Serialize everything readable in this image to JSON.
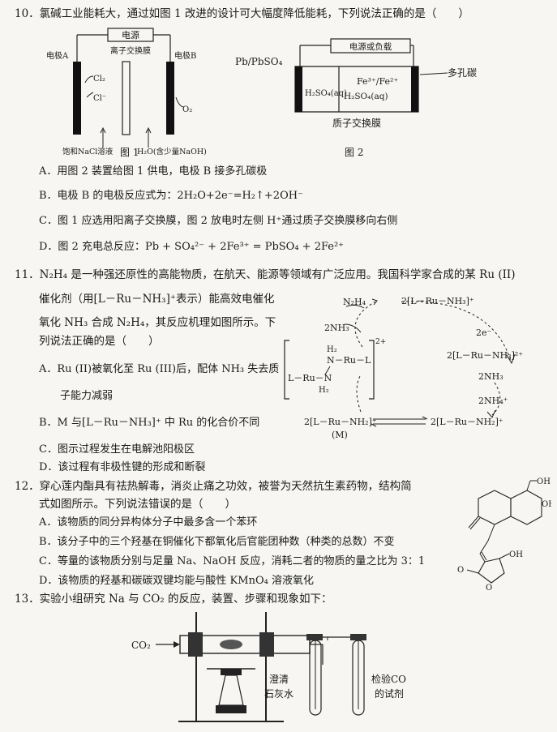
{
  "q10": {
    "stem": "10．氯碱工业能耗大，通过如图 1 改进的设计可大幅度降低能耗，下列说法正确的是（　　）",
    "fig1": {
      "power": "电源",
      "membrane": "离子交换膜",
      "electrode_a": "电极A",
      "electrode_b": "电极B",
      "cl2": "Cl₂",
      "cl_minus": "Cl⁻",
      "o2": "O₂",
      "brine": "饱和NaCl溶液",
      "water": "H₂O(含少量NaOH)",
      "caption": "图 1"
    },
    "fig2": {
      "power": "电源或负载",
      "left_electrode": "Pb/PbSO₄",
      "right_electrode": "多孔碳",
      "left_solution": "H₂SO₄(aq)",
      "right_ions": "Fe³⁺/Fe²⁺",
      "right_solution": "H₂SO₄(aq)",
      "membrane": "质子交换膜",
      "caption": "图 2"
    },
    "options": [
      "A．用图 2 装置给图 1 供电，电极 B 接多孔碳极",
      "B．电极 B 的电极反应式为：2H₂O+2e⁻=H₂↑+2OH⁻",
      "C．图 1 应选用阳离子交换膜，图 2 放电时左侧 H⁺通过质子交换膜移向右侧",
      "D．图 2 充电总反应：Pb + SO₄²⁻ + 2Fe³⁺ = PbSO₄ + 2Fe²⁺"
    ]
  },
  "q11": {
    "stem_lines": [
      "11．N₂H₄ 是一种强还原性的高能物质，在航天、能源等领域有广泛应用。我国科学家合成的某 Ru (II)",
      "催化剂（用[L－Ru－NH₃]⁺表示）能高效电催化",
      "氧化 NH₃ 合成 N₂H₄，其反应机理如图所示。下",
      "列说法正确的是（　　）"
    ],
    "options": [
      "A．Ru (II)被氧化至 Ru (III)后，配体 NH₃ 失去质",
      "子能力减弱",
      "B．M 与[L－Ru－NH₃]⁺ 中 Ru 的化合价不同",
      "C．图示过程发生在电解池阳极区",
      "D．该过程有非极性键的形成和断裂"
    ],
    "diagram": {
      "n2h4": "N₂H₄",
      "top": "2[L－Ru－NH₃]⁺",
      "e_minus": "2e⁻",
      "nh3_left": "2NH₃",
      "right": "2[L－Ru－NH₃]²⁺",
      "nh3_right": "2NH₃",
      "nh4": "2NH₄⁺",
      "bottom_right": "2[L－Ru－NH₂]⁺",
      "bottom_left": "2[L－Ru－NH₂]⁺",
      "m_label": "(M)",
      "complex_charge": "2+",
      "complex_h2_top": "H₂",
      "complex_n_ru_l": "N－Ru－L",
      "complex_l_ru": "L－Ru－N",
      "complex_h2_bottom": "H₂"
    }
  },
  "q12": {
    "stem_lines": [
      "12．穿心莲内酯具有祛热解毒，消炎止痛之功效，被誉为天然抗生素药物，结构简",
      "式如图所示。下列说法错误的是（　　）"
    ],
    "options": [
      "A．该物质的同分异构体分子中最多含一个苯环",
      "B．该分子中的三个羟基在铜催化下都氧化后官能团种数（种类的总数）不变",
      "C．等量的该物质分别与足量 Na、NaOH 反应，消耗二者的物质的量之比为 3：1",
      "D．该物质的羟基和碳碳双键均能与酸性 KMnO₄ 溶液氧化"
    ],
    "structure": {
      "oh_top": "OH",
      "oh_right": "OH",
      "oh_bottom": "OH",
      "o_ring": "O",
      "o_carbonyl": "O"
    }
  },
  "q13": {
    "stem": "13．实验小组研究 Na 与 CO₂ 的反应，装置、步骤和现象如下：",
    "apparatus": {
      "co2": "CO₂",
      "limewater_1": "澄清",
      "limewater_2": "石灰水",
      "co_test_1": "检验CO",
      "co_test_2": "的试剂"
    }
  }
}
